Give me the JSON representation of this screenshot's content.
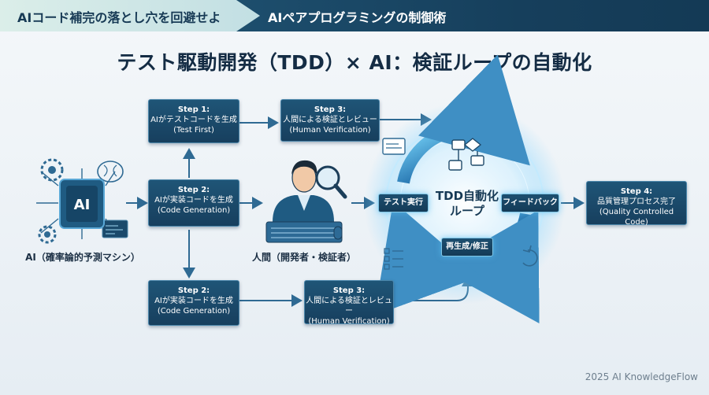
{
  "header": {
    "left_tab": "AIコード補完の落とし穴を回避せよ",
    "right_tab": "AIペアプログラミングの制御術"
  },
  "title": "テスト駆動開発（TDD）× AI：検証ループの自動化",
  "actors": {
    "ai_label": "AI（確率論的予測マシン）",
    "ai_chip_text": "AI",
    "human_label": "人間（開発者・検証者）"
  },
  "steps": {
    "top_step1": {
      "step": "Step 1:",
      "ja": "AIがテストコードを生成",
      "en": "(Test First)"
    },
    "top_step3": {
      "step": "Step 3:",
      "ja": "人間による検証とレビュー",
      "en": "(Human Verification)"
    },
    "mid_step2": {
      "step": "Step 2:",
      "ja": "AIが実装コードを生成",
      "en": "(Code Generation)"
    },
    "bot_step2": {
      "step": "Step 2:",
      "ja": "AIが実装コードを生成",
      "en": "(Code Generation)"
    },
    "bot_step3": {
      "step": "Step 3:",
      "ja": "人間による検証とレビュー",
      "en": "(Human Verification)"
    },
    "step4": {
      "step": "Step 4:",
      "ja": "品質管理プロセス完了",
      "en": "(Quality Controlled Code)"
    }
  },
  "loop": {
    "title_line1": "TDD自動化",
    "title_line2": "ループ",
    "test_run": "テスト実行",
    "feedback": "フィードバック",
    "regen": "再生成/修正"
  },
  "footer": "2025 AI KnowledgeFlow",
  "colors": {
    "box_fill": "#1b4a6b",
    "box_border": "#4b86aa",
    "arrow": "#2f6a93",
    "glow": "#6fd0ff",
    "title": "#142c44"
  }
}
